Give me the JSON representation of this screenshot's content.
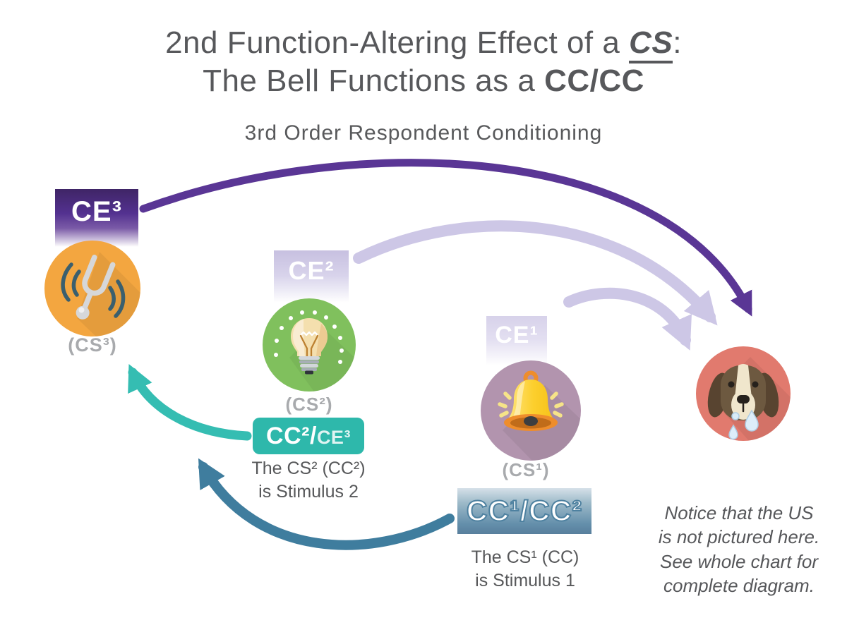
{
  "title": {
    "line1_prefix": "2nd Function-Altering Effect of a ",
    "line1_emphasis": "CS",
    "line1_colon": ":",
    "line2_prefix": "The Bell Functions as a ",
    "line2_emphasis": "CC/CC"
  },
  "subtitle": "3rd Order Respondent Conditioning",
  "nodes": {
    "ce3": {
      "badge": "CE³",
      "caption": "(CS³)",
      "icon": "tuning-fork-icon"
    },
    "ce2": {
      "badge": "CE²",
      "caption": "(CS²)",
      "icon": "light-bulb-icon"
    },
    "ce1": {
      "badge": "CE¹",
      "caption": "(CS¹)",
      "icon": "bell-icon"
    },
    "subject": {
      "icon": "dog-icon"
    }
  },
  "stimulus2": {
    "badge_part1": "CC²/",
    "badge_part2": "CE³",
    "caption_line1": "The CS² (CC²)",
    "caption_line2": "is Stimulus 2"
  },
  "stimulus1": {
    "badge": "CC¹/CC²",
    "caption_line1": "The CS¹ (CC)",
    "caption_line2": "is Stimulus 1"
  },
  "note": {
    "line1": "Notice that the US",
    "line2": "is not pictured here.",
    "line3": "See whole chart for",
    "line4": "complete diagram."
  },
  "arrows": [
    {
      "name": "ce3-to-dog",
      "color": "#5a3695"
    },
    {
      "name": "ce2-to-dog",
      "color": "#cdc7e6"
    },
    {
      "name": "ce1-to-dog",
      "color": "#cdc7e6"
    },
    {
      "name": "cc2ce3-to-cs3",
      "color": "#35bdb2"
    },
    {
      "name": "cc1cc2-up",
      "color": "#3f7d9e"
    }
  ],
  "colors": {
    "ce3_badge": "#533190",
    "ce_light_badge": "#cdc7e4",
    "teal_badge": "#2eb8ab",
    "blue_badge": "#5e8ba8",
    "orange_circle": "#f3a640",
    "green_circle": "#80c05d",
    "mauve_circle": "#b294ae",
    "salmon_circle": "#e17a6e",
    "caption_gray": "#a8aaad",
    "text_dark": "#57585b"
  }
}
